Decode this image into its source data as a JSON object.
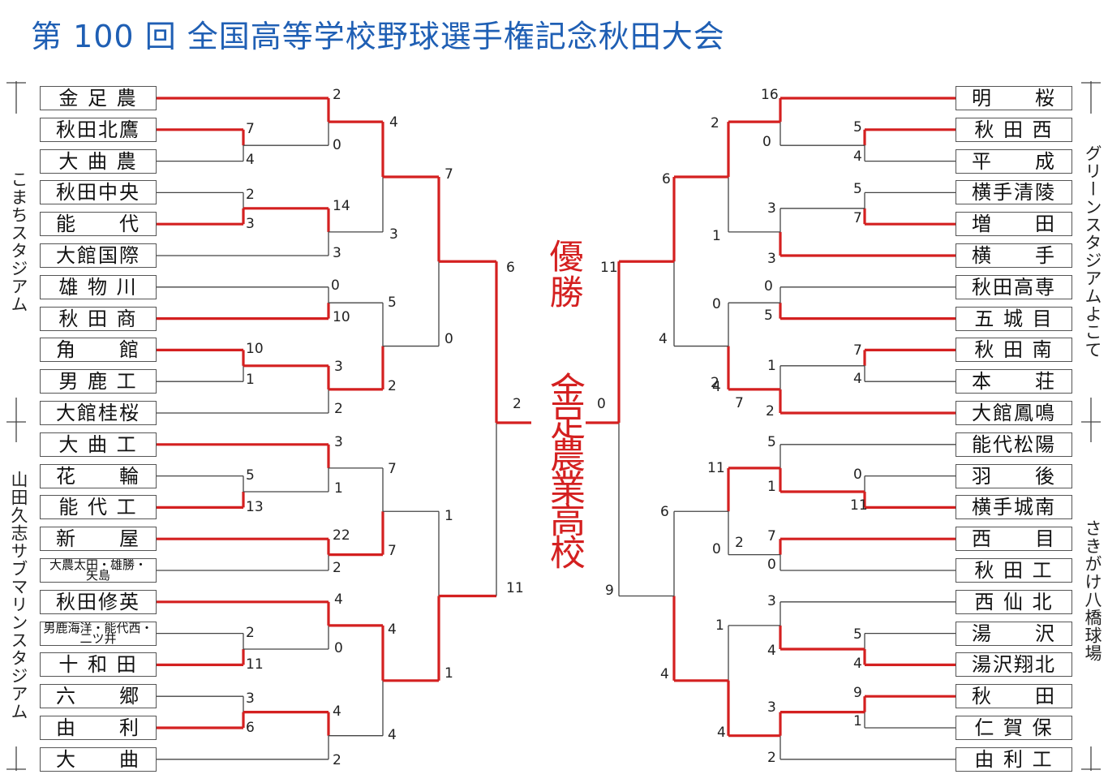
{
  "title": "第 100 回  全国高等学校野球選手権記念秋田大会",
  "champion_label": "優勝",
  "champion_name": "金足農業高校",
  "venues": {
    "left_top": "こまちスタジアム",
    "left_bottom": "山田久志サブマリンスタジアム",
    "right_top": "グリーンスタジアムよこて",
    "right_bottom": "さきがけ八橋球場"
  },
  "left_teams": [
    "金 足 農",
    "秋田北鷹",
    "大 曲 農",
    "秋田中央",
    "能　　代",
    "大館国際",
    "雄 物 川",
    "秋 田 商",
    "角　　館",
    "男 鹿 工",
    "大館桂桜",
    "大 曲 工",
    "花　　輪",
    "能 代 工",
    "新　　屋",
    "大農太田・雄勝・矢島",
    "秋田修英",
    "男鹿海洋・能代西・二ツ井",
    "十 和 田",
    "六　　郷",
    "由　　利",
    "大　　曲"
  ],
  "right_teams": [
    "明　　桜",
    "秋 田 西",
    "平　　成",
    "横手清陵",
    "増　　田",
    "横　　手",
    "秋田高専",
    "五 城 目",
    "秋 田 南",
    "本　　荘",
    "大館鳳鳴",
    "能代松陽",
    "羽　　後",
    "横手城南",
    "西　　目",
    "秋 田 工",
    "西 仙 北",
    "湯　　沢",
    "湯沢翔北",
    "秋　　田",
    "仁 賀 保",
    "由 利 工"
  ],
  "scores": [
    {
      "v": "2",
      "side": "L",
      "c": 0
    },
    {
      "v": "0",
      "side": "L",
      "c": 1
    },
    {
      "v": "7",
      "side": "L",
      "c": 2
    },
    {
      "v": "4",
      "side": "L",
      "c": 3
    },
    {
      "v": "4",
      "side": "L",
      "c": 4
    },
    {
      "v": "3",
      "side": "L",
      "c": 5
    },
    {
      "v": "2",
      "side": "L",
      "c": 6
    },
    {
      "v": "3",
      "side": "L",
      "c": 7
    },
    {
      "v": "14",
      "side": "L",
      "c": 8
    },
    {
      "v": "3",
      "side": "L",
      "c": 9
    },
    {
      "v": "7",
      "side": "L",
      "c": 10
    },
    {
      "v": "0",
      "side": "L",
      "c": 11
    },
    {
      "v": "10",
      "side": "L",
      "c": 12
    },
    {
      "v": "5",
      "side": "L",
      "c": 13
    },
    {
      "v": "10",
      "side": "L",
      "c": 14
    },
    {
      "v": "1",
      "side": "L",
      "c": 15
    },
    {
      "v": "3",
      "side": "L",
      "c": 16
    },
    {
      "v": "2",
      "side": "L",
      "c": 17
    },
    {
      "v": "2",
      "side": "L",
      "c": 18
    },
    {
      "v": "0",
      "side": "L",
      "c": 19
    },
    {
      "v": "7",
      "side": "L",
      "c": 20
    },
    {
      "v": "3",
      "side": "L",
      "c": 21
    },
    {
      "v": "1",
      "side": "L",
      "c": 22
    },
    {
      "v": "5",
      "side": "L",
      "c": 23
    },
    {
      "v": "13",
      "side": "L",
      "c": 24
    },
    {
      "v": "7",
      "side": "L",
      "c": 25
    },
    {
      "v": "22",
      "side": "L",
      "c": 26
    },
    {
      "v": "2",
      "side": "L",
      "c": 27
    },
    {
      "v": "6",
      "side": "L",
      "c": 28
    },
    {
      "v": "1",
      "side": "L",
      "c": 29
    },
    {
      "v": "4",
      "side": "L",
      "c": 30
    },
    {
      "v": "4",
      "side": "L",
      "c": 31
    },
    {
      "v": "0",
      "side": "L",
      "c": 32
    },
    {
      "v": "2",
      "side": "L",
      "c": 33
    },
    {
      "v": "11",
      "side": "L",
      "c": 34
    },
    {
      "v": "1",
      "side": "L",
      "c": 35
    },
    {
      "v": "11",
      "side": "L",
      "c": 36
    },
    {
      "v": "3",
      "side": "L",
      "c": 37
    },
    {
      "v": "6",
      "side": "L",
      "c": 38
    },
    {
      "v": "4",
      "side": "L",
      "c": 39
    },
    {
      "v": "2",
      "side": "L",
      "c": 40
    },
    {
      "v": "4",
      "side": "L",
      "c": 41
    },
    {
      "v": "16",
      "side": "R",
      "c": 0
    },
    {
      "v": "0",
      "side": "R",
      "c": 1
    },
    {
      "v": "2",
      "side": "R",
      "c": 2
    },
    {
      "v": "5",
      "side": "R",
      "c": 3
    },
    {
      "v": "4",
      "side": "R",
      "c": 4
    },
    {
      "v": "3",
      "side": "R",
      "c": 5
    },
    {
      "v": "5",
      "side": "R",
      "c": 6
    },
    {
      "v": "7",
      "side": "R",
      "c": 7
    },
    {
      "v": "3",
      "side": "R",
      "c": 8
    },
    {
      "v": "1",
      "side": "R",
      "c": 9
    },
    {
      "v": "6",
      "side": "R",
      "c": 10
    },
    {
      "v": "11",
      "side": "R",
      "c": 11
    },
    {
      "v": "0",
      "side": "R",
      "c": 12
    },
    {
      "v": "5",
      "side": "R",
      "c": 13
    },
    {
      "v": "0",
      "side": "R",
      "c": 14
    },
    {
      "v": "2",
      "side": "R",
      "c": 15
    },
    {
      "v": "7",
      "side": "R",
      "c": 16
    },
    {
      "v": "4",
      "side": "R",
      "c": 17
    },
    {
      "v": "1",
      "side": "R",
      "c": 18
    },
    {
      "v": "2",
      "side": "R",
      "c": 19
    },
    {
      "v": "4",
      "side": "R",
      "c": 20
    },
    {
      "v": "7",
      "side": "R",
      "c": 21
    },
    {
      "v": "5",
      "side": "R",
      "c": 22
    },
    {
      "v": "1",
      "side": "R",
      "c": 23
    },
    {
      "v": "11",
      "side": "R",
      "c": 24
    },
    {
      "v": "0",
      "side": "R",
      "c": 25
    },
    {
      "v": "11",
      "side": "R",
      "c": 26
    },
    {
      "v": "7",
      "side": "R",
      "c": 27
    },
    {
      "v": "0",
      "side": "R",
      "c": 28
    },
    {
      "v": "2",
      "side": "R",
      "c": 29
    },
    {
      "v": "0",
      "side": "R",
      "c": 30
    },
    {
      "v": "6",
      "side": "R",
      "c": 31
    },
    {
      "v": "3",
      "side": "R",
      "c": 32
    },
    {
      "v": "4",
      "side": "R",
      "c": 33
    },
    {
      "v": "5",
      "side": "R",
      "c": 34
    },
    {
      "v": "4",
      "side": "R",
      "c": 35
    },
    {
      "v": "9",
      "side": "R",
      "c": 36
    },
    {
      "v": "1",
      "side": "R",
      "c": 37
    },
    {
      "v": "3",
      "side": "R",
      "c": 38
    },
    {
      "v": "1",
      "side": "R",
      "c": 39
    },
    {
      "v": "4",
      "side": "R",
      "c": 40
    },
    {
      "v": "4",
      "side": "R",
      "c": 41
    },
    {
      "v": "4",
      "side": "R",
      "c": 42
    },
    {
      "v": "2",
      "side": "R",
      "c": 43
    },
    {
      "v": "9",
      "side": "R",
      "c": 44
    },
    {
      "v": "2",
      "side": "C",
      "c": 0
    },
    {
      "v": "0",
      "side": "C",
      "c": 1
    }
  ],
  "colors": {
    "win": "#d42020",
    "line": "#444444",
    "title": "#1f5fb4"
  }
}
